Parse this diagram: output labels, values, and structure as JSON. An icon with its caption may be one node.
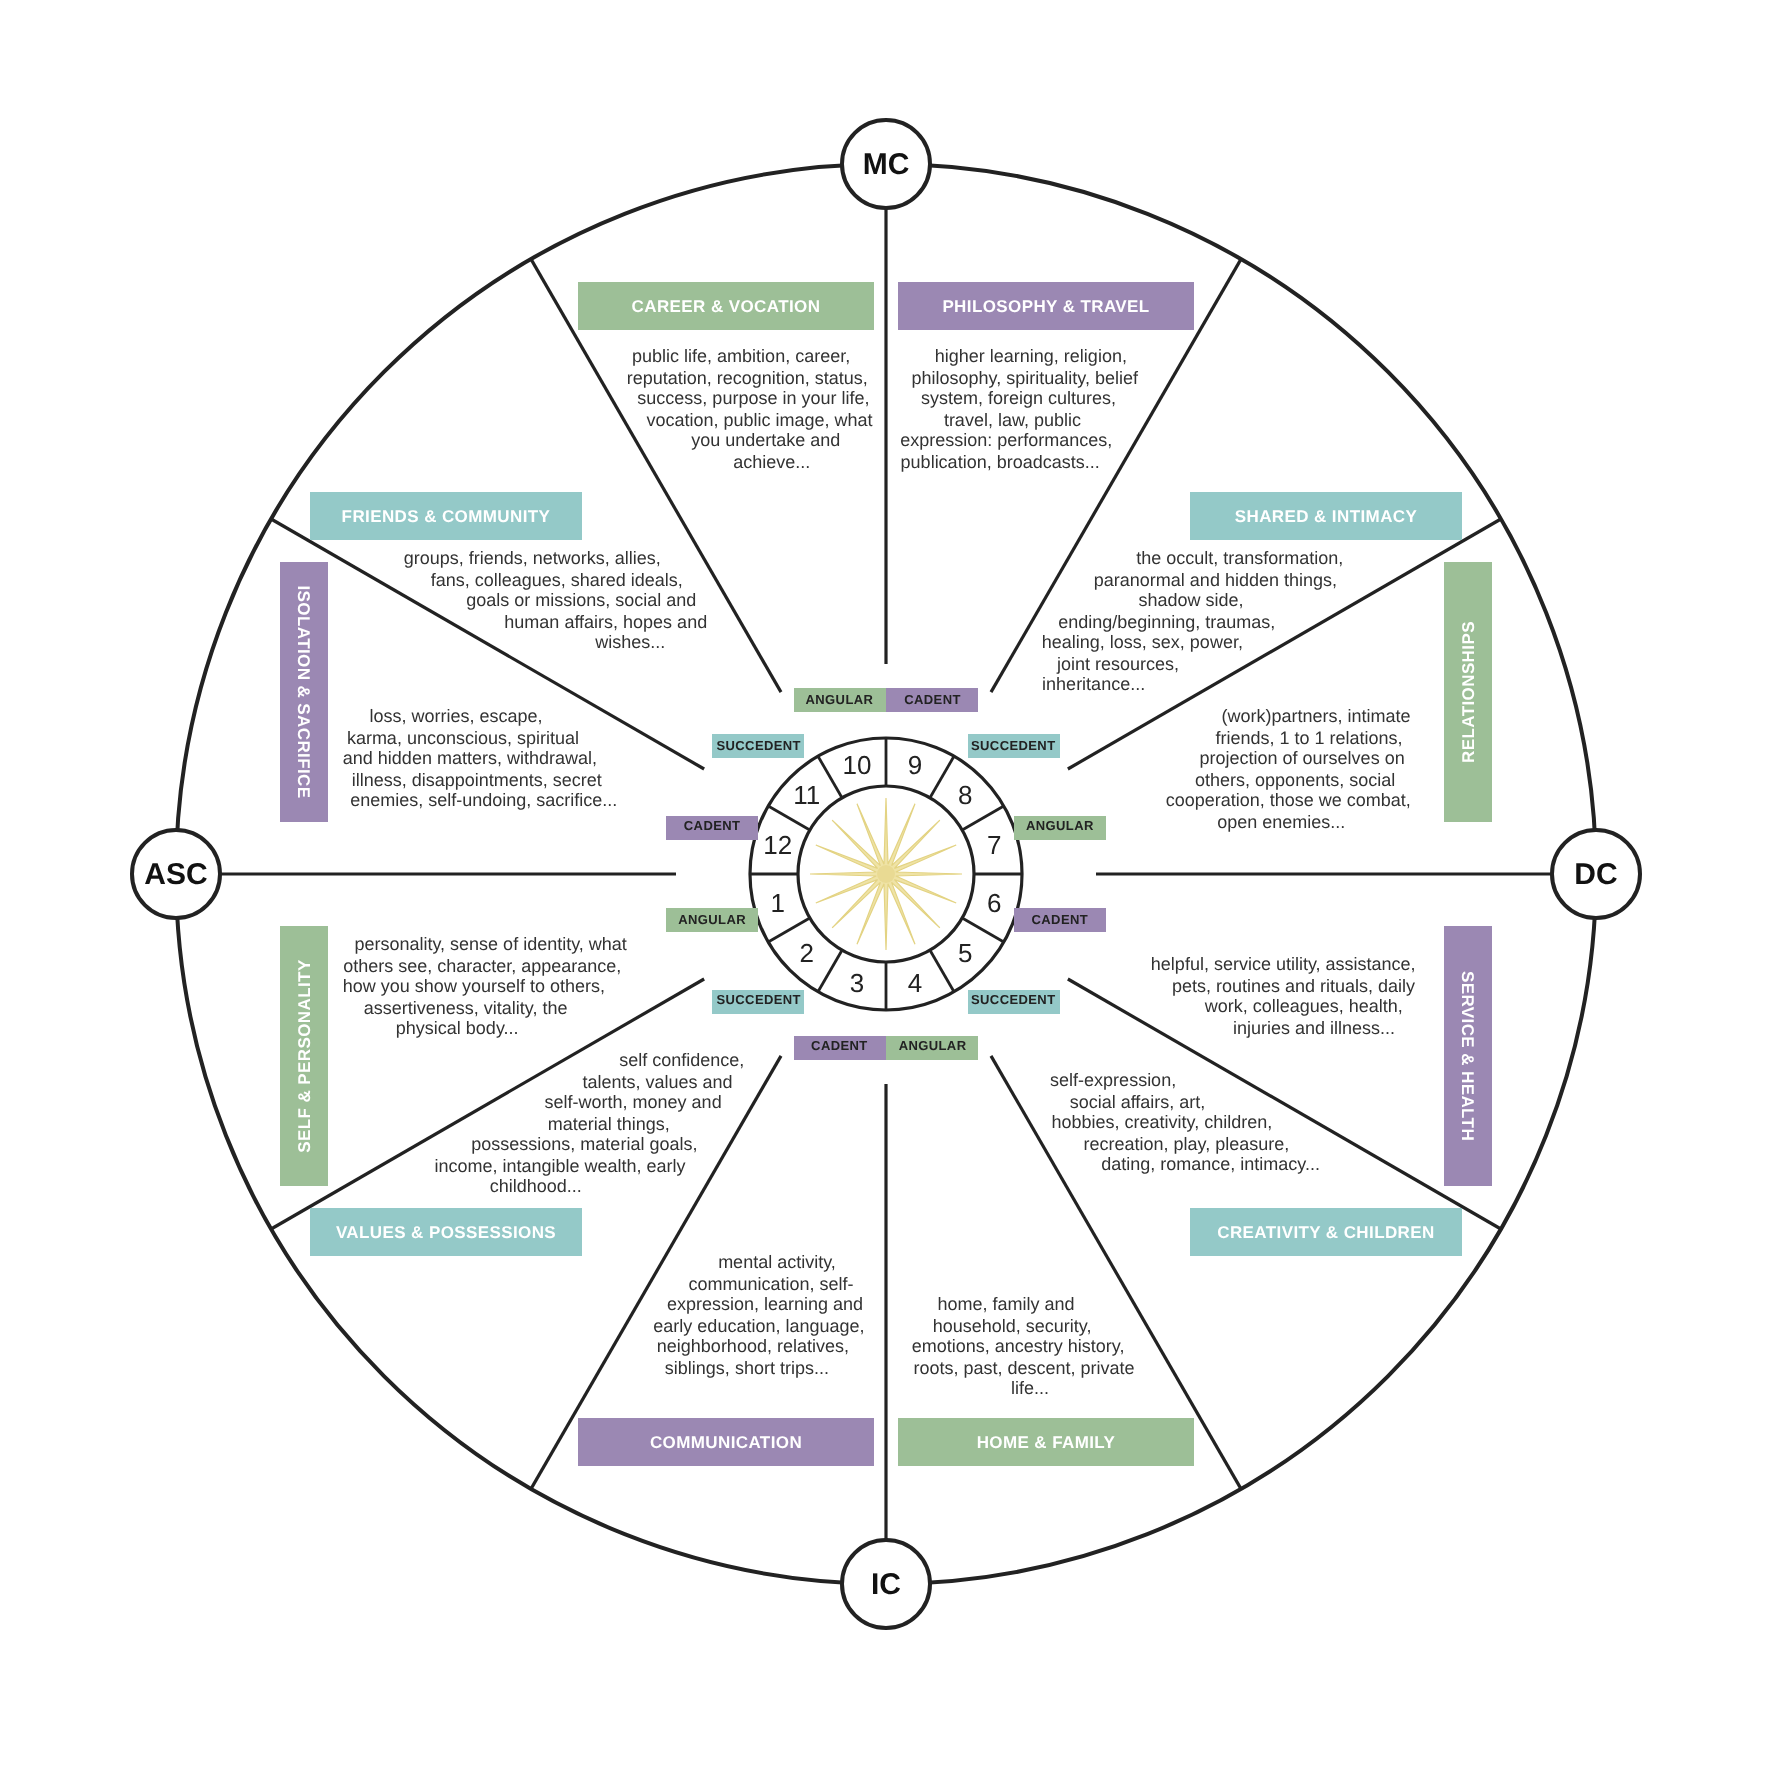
{
  "diagram": {
    "nodes": [
      {
        "text": [
          "MC"
        ]
      },
      {
        "text": [
          "ASC"
        ]
      },
      {
        "text": [
          "DC"
        ]
      },
      {
        "text": [
          "IC"
        ]
      },
      {
        "text": [
          "SELF & PERSONALITY"
        ],
        "beside": [
          "personality, sense of identity, what others see, character, appearance, how you show yourself to others, assertiveness, vitality, the physical body..."
        ]
      },
      {
        "text": [
          "VALUES & POSSESSIONS"
        ],
        "beside": [
          "self confidence, talents, values and self-worth, money and material things, possessions, material goals, income, intangible wealth, early childhood..."
        ]
      },
      {
        "text": [
          "COMMUNICATION"
        ],
        "beside": [
          "mental activity, communication, self-expression, learning and early education, language, neighborhood, relatives, siblings, short trips..."
        ]
      },
      {
        "text": [
          "HOME & FAMILY"
        ],
        "beside": [
          "home, family and household, security, emotions, ancestry history, roots, past, descent, private life..."
        ]
      },
      {
        "text": [
          "CREATIVITY & CHILDREN"
        ],
        "beside": [
          "self-expression, social affairs, art, hobbies, creativity, children, recreation, play, pleasure, dating, romance, intimacy..."
        ]
      },
      {
        "text": [
          "SERVICE & HEALTH"
        ],
        "beside": [
          "helpful, service utility, assistance, pets, routines and rituals, daily work, colleagues, health, injuries and illness..."
        ]
      },
      {
        "text": [
          "RELATIONSHIPS"
        ],
        "beside": [
          "(work)partners, intimate friends, 1 to 1 relations, projection of ourselves on others, opponents, social cooperation, those we combat, open enemies..."
        ]
      },
      {
        "text": [
          "SHARED & INTIMACY"
        ],
        "beside": [
          "the occult, transformation, paranormal and hidden things, shadow side, ending/beginning, traumas, healing, loss, sex, power, joint resources, inheritance..."
        ]
      },
      {
        "text": [
          "PHILOSOPHY & TRAVEL"
        ],
        "beside": [
          "higher learning, religion, philosophy, spirituality, belief system, foreign cultures, travel, law, public expression: performances, publication, broadcasts..."
        ]
      },
      {
        "text": [
          "CAREER & VOCATION"
        ],
        "beside": [
          "public life, ambition, career, reputation, recognition, status, success, purpose in your life, vocation, public image, what you undertake and achieve..."
        ]
      },
      {
        "text": [
          "FRIENDS & COMMUNITY"
        ],
        "beside": [
          "groups, friends, networks, allies, fans, colleagues, shared ideals, goals or missions, social and human affairs, hopes and wishes..."
        ]
      },
      {
        "text": [
          "ISOLATION & SACRIFICE"
        ],
        "beside": [
          "loss, worries, escape, karma, unconscious, spiritual and hidden matters, withdrawal, illness, disappointments, secret enemies, self-undoing, sacrifice..."
        ]
      },
      {
        "text": [
          "ANGULAR"
        ]
      },
      {
        "text": [
          "SUCCEDENT"
        ]
      },
      {
        "text": [
          "CADENT"
        ]
      },
      {
        "text": [
          "ANGULAR"
        ]
      },
      {
        "text": [
          "SUCCEDENT"
        ]
      },
      {
        "text": [
          "CADENT"
        ]
      },
      {
        "text": [
          "ANGULAR"
        ]
      },
      {
        "text": [
          "SUCCEDENT"
        ]
      },
      {
        "text": [
          "CADENT"
        ]
      },
      {
        "text": [
          "ANGULAR"
        ]
      },
      {
        "text": [
          "SUCCEDENT"
        ]
      },
      {
        "text": [
          "CADENT"
        ]
      },
      {
        "text": [
          "1"
        ]
      },
      {
        "text": [
          "2"
        ]
      },
      {
        "text": [
          "3"
        ]
      },
      {
        "text": [
          "4"
        ]
      },
      {
        "text": [
          "5"
        ]
      },
      {
        "text": [
          "6"
        ]
      },
      {
        "text": [
          "7"
        ]
      },
      {
        "text": [
          "8"
        ]
      },
      {
        "text": [
          "9"
        ]
      },
      {
        "text": [
          "10"
        ]
      },
      {
        "text": [
          "11"
        ]
      },
      {
        "text": [
          "12"
        ]
      }
    ]
  }
}
